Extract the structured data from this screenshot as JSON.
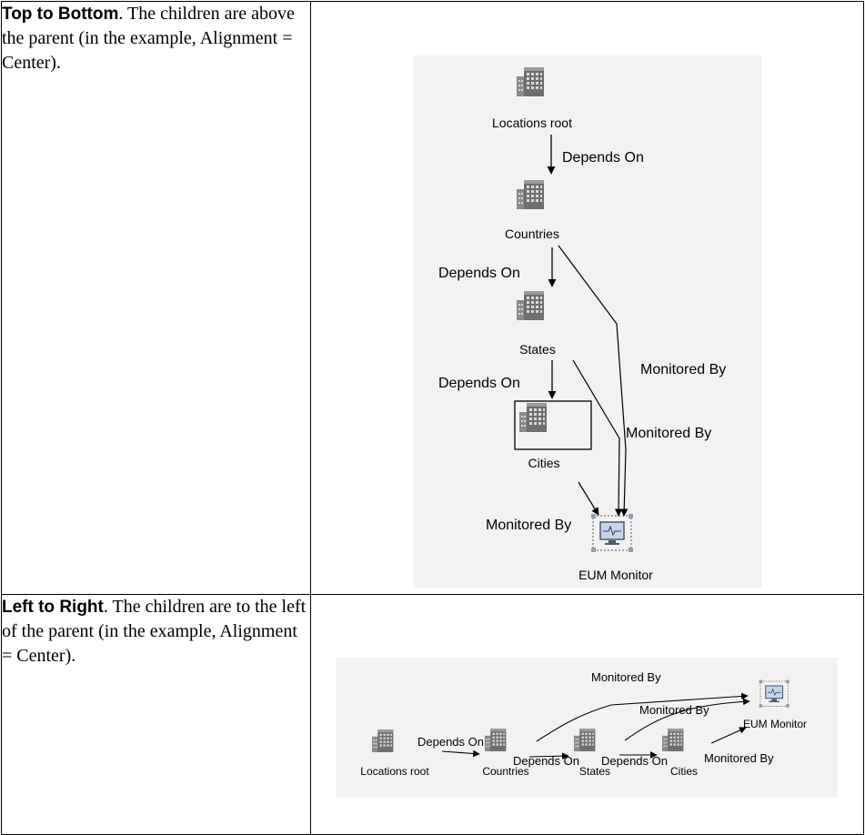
{
  "rows": [
    {
      "term": "Top to Bottom",
      "text": ". The children are above the parent (in the example, Alignment = Center).",
      "figure": {
        "nodes": {
          "locations": "Locations root",
          "countries": "Countries",
          "states": "States",
          "cities": "Cities",
          "eum": "EUM Monitor"
        },
        "edges": {
          "loc_countries": "Depends On",
          "countries_states": "Depends On",
          "states_cities": "Depends On",
          "countries_eum": "Monitored By",
          "states_eum": "Monitored By",
          "cities_eum": "Monitored By"
        }
      }
    },
    {
      "term": "Left to Right",
      "text": ". The children are to the left of the parent (in the example, Alignment = Center).",
      "figure": {
        "nodes": {
          "locations": "Locations root",
          "countries": "Countries",
          "states": "States",
          "cities": "Cities",
          "eum": "EUM Monitor"
        },
        "edges": {
          "loc_countries": "Depends On",
          "countries_states": "Depends On",
          "states_cities": "Depends On",
          "countries_eum": "Monitored By",
          "states_eum": "Monitored By",
          "cities_eum": "Monitored By"
        }
      }
    }
  ],
  "colors": {
    "canvas": "#f2f2f2",
    "building": "#6f6f6f",
    "monitor": "#9fb7d6"
  }
}
